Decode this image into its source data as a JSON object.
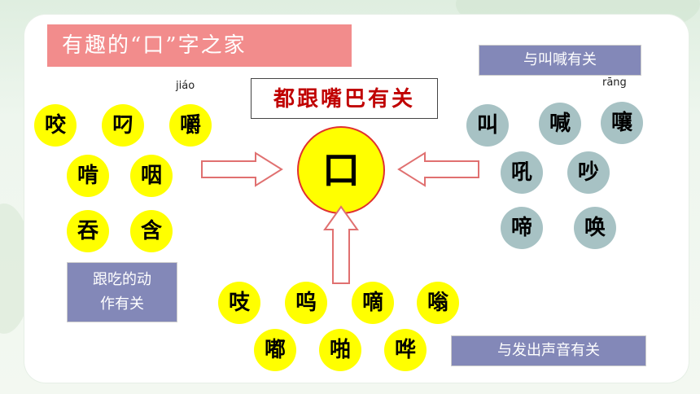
{
  "title": "有趣的“口”字之家",
  "center_label": "都跟嘴巴有关",
  "hub_char": "口",
  "groups": {
    "eat": {
      "label_line1": "跟吃的动",
      "label_line2": "作有关",
      "chars": [
        "咬",
        "叼",
        "嚼",
        "啃",
        "咽",
        "吞",
        "含"
      ],
      "pinyin_note": "jiáo"
    },
    "shout": {
      "label": "与叫喊有关",
      "chars": [
        "叫",
        "喊",
        "嚷",
        "吼",
        "吵",
        "啼",
        "唤"
      ],
      "pinyin_note": "rāng"
    },
    "sound": {
      "label": "与发出声音有关",
      "chars": [
        "吱",
        "呜",
        "嘀",
        "嗡",
        "嘟",
        "啪",
        "哗"
      ]
    }
  },
  "colors": {
    "title_bg": "#f28c8c",
    "chip_yellow": "#ffff00",
    "chip_grey": "#a7c2c4",
    "category_bg": "#8388b8",
    "center_label_text": "#c00000",
    "arrow_stroke": "#e07070"
  }
}
